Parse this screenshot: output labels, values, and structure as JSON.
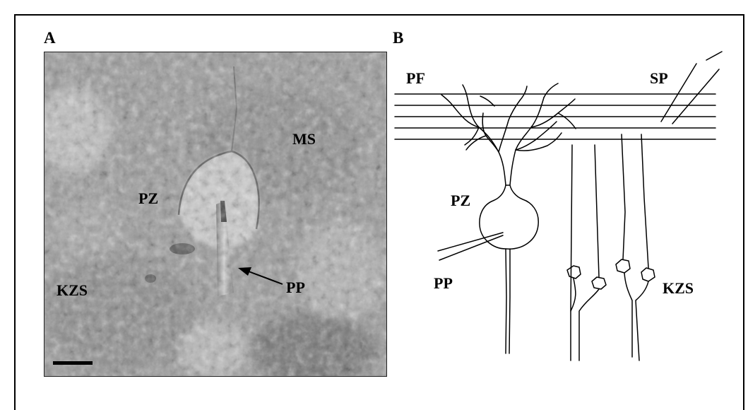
{
  "panels": {
    "a": {
      "letter": "A",
      "labels": {
        "ms": "MS",
        "pz": "PZ",
        "kzs": "KZS",
        "pp": "PP"
      }
    },
    "b": {
      "letter": "B",
      "labels": {
        "pf": "PF",
        "sp": "SP",
        "pz": "PZ",
        "pp": "PP",
        "kzs": "KZS"
      }
    }
  },
  "colors": {
    "line": "#000000",
    "photo_base": "#9a9a9a",
    "background": "#ffffff"
  }
}
